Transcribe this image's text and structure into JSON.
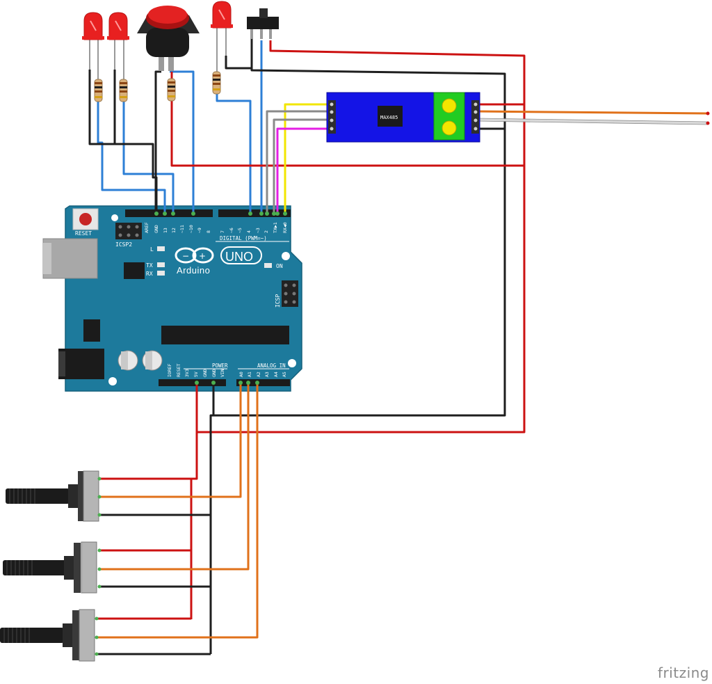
{
  "board": {
    "reset": "RESET",
    "icsp2": "ICSP2",
    "icsp": "ICSP",
    "digital": "DIGITAL (PWM=~)",
    "led_l": "L",
    "led_tx": "TX",
    "led_rx": "RX",
    "on": "ON",
    "brand": "Arduino",
    "model": "UNO",
    "power": "POWER",
    "analog": "ANALOG IN",
    "top_pins": [
      "AREF",
      "GND",
      "13",
      "12",
      "~11",
      "~10",
      "~9",
      "8",
      "7",
      "~6",
      "~5",
      "4",
      "~3",
      "2",
      "TX▶1",
      "RX◀0"
    ],
    "power_pins": [
      "IOREF",
      "RESET",
      "3V3",
      "5V",
      "GND",
      "GND",
      "VIN"
    ],
    "analog_pins": [
      "A0",
      "A1",
      "A2",
      "A3",
      "A4",
      "A5"
    ]
  },
  "module": {
    "chip": "MAX485"
  },
  "watermark": "fritzing",
  "colors": {
    "board": "#1d7a9c",
    "module": "#1414e6",
    "terminal": "#22cc22",
    "wire_red": "#cc1111",
    "wire_black": "#1e1e1e",
    "wire_blue": "#2d7fd6",
    "wire_orange": "#e0711a",
    "wire_gray": "#8a8a8a",
    "wire_yellow": "#f2e600",
    "wire_magenta": "#e41ee4"
  }
}
